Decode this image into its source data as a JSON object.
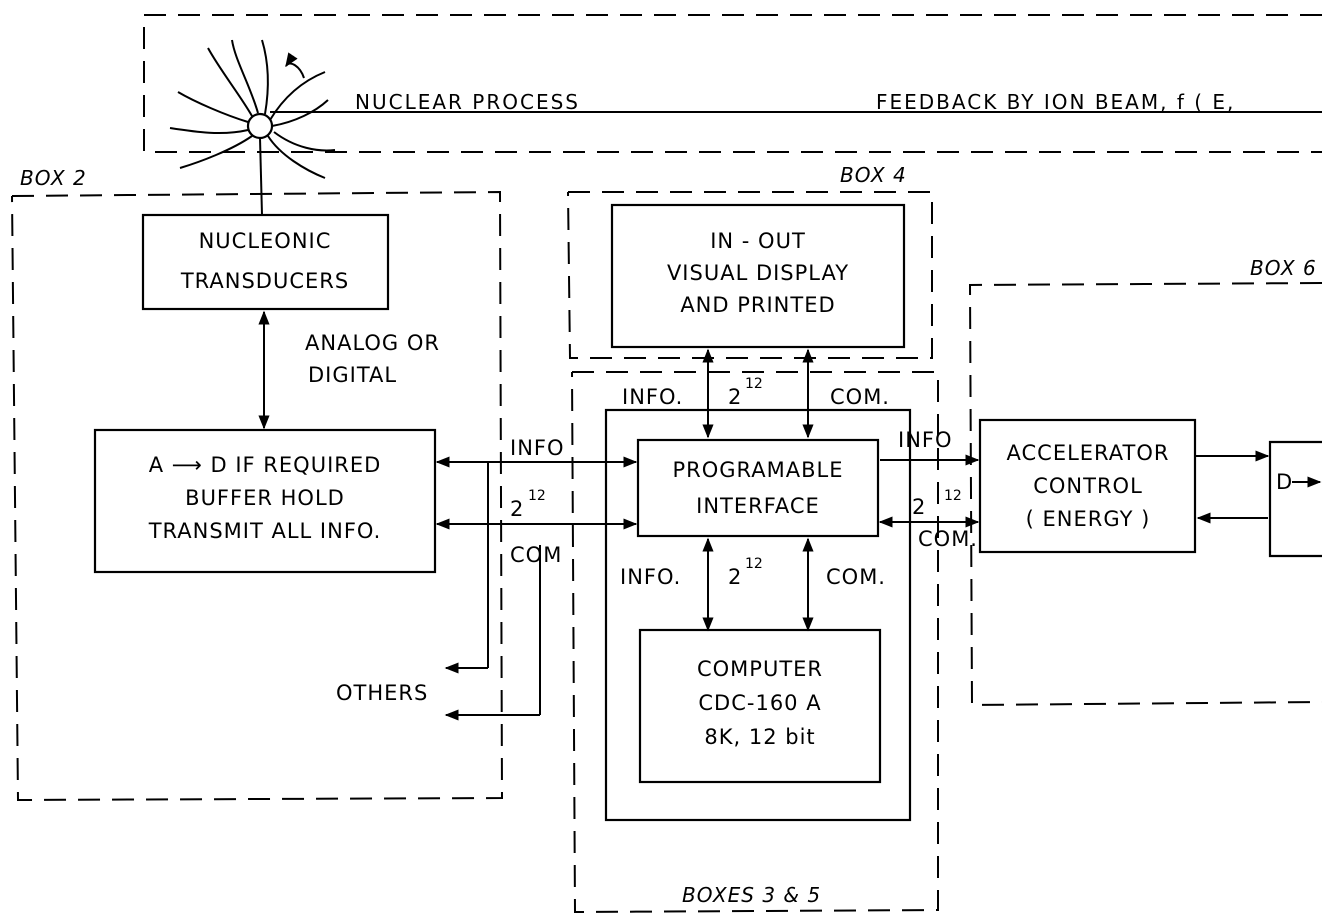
{
  "labels": {
    "nuclear_process": "NUCLEAR PROCESS",
    "feedback": "FEEDBACK BY ION BEAM, f ( E,",
    "box2": "BOX 2",
    "box4": "BOX 4",
    "box6": "BOX 6",
    "boxes35": "BOXES 3 & 5",
    "nucleonic_1": "NUCLEONIC",
    "nucleonic_2": "TRANSDUCERS",
    "analog_1": "ANALOG OR",
    "analog_2": "DIGITAL",
    "ad_1": "A ⟶ D IF REQUIRED",
    "ad_2": "BUFFER HOLD",
    "ad_3": "TRANSMIT ALL INFO.",
    "inout_1": "IN - OUT",
    "inout_2": "VISUAL DISPLAY",
    "inout_3": "AND PRINTED",
    "prog_1": "PROGRAMABLE",
    "prog_2": "INTERFACE",
    "comp_1": "COMPUTER",
    "comp_2": "CDC-160 A",
    "comp_3": "8K,  12 bit",
    "accel_1": "ACCELERATOR",
    "accel_2": "CONTROL",
    "accel_3": "( ENERGY )",
    "others": "OTHERS",
    "info": "INFO",
    "info_dot": "INFO.",
    "com": "COM",
    "com_dot": "COM.",
    "two": "2",
    "exp12": "12",
    "d_label": "D"
  }
}
